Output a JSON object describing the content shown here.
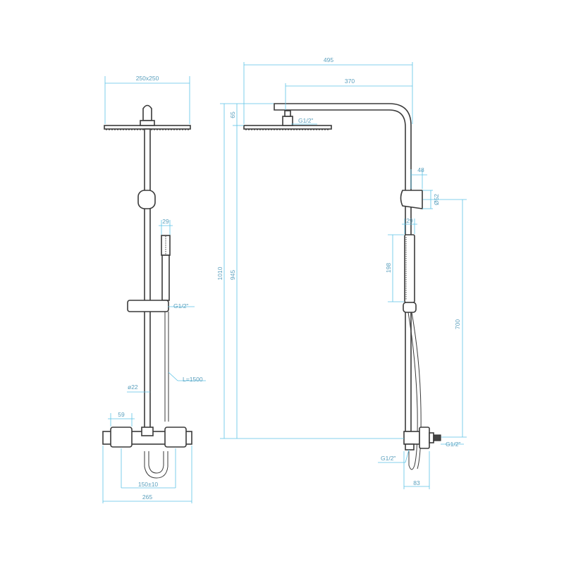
{
  "dimension_color": "#5ec3e6",
  "outline_color": "#3a3a3a",
  "front_view": {
    "head_size": "250x250",
    "handset_width": "29",
    "handset_connector": "G1/2\"",
    "hose_length": "L=1500",
    "rail_diameter": "ø22",
    "mixer_body_height": "59",
    "mixer_centres": "150±10",
    "mixer_width": "265"
  },
  "side_view": {
    "overall_reach": "495",
    "arm_length": "370",
    "head_connector": "G1/2\"",
    "head_drop": "65",
    "total_height": "1010",
    "riser_height": "945",
    "slider_depth": "48",
    "slider_diameter": "Ø52",
    "handset_width": "29",
    "handset_length": "198",
    "slider_height": "700",
    "inlet_connector": "G1/2\"",
    "outlet_connector": "G1/2\"",
    "mixer_depth": "83"
  }
}
